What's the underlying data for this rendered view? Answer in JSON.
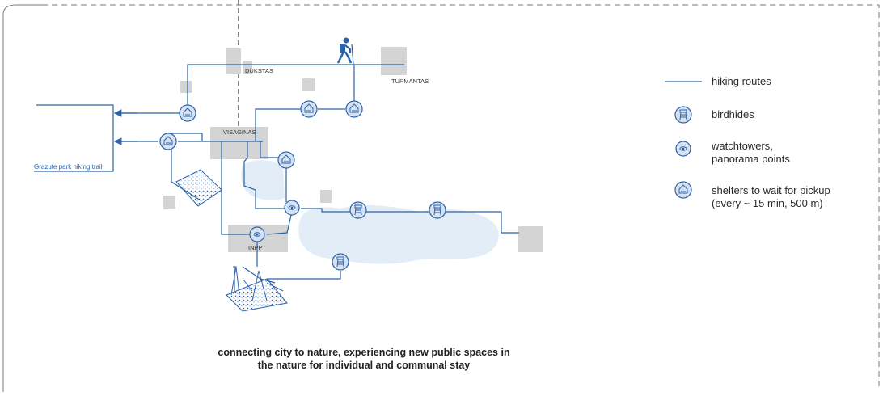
{
  "map_labels": {
    "dukstas": "DUKSTAS",
    "turmantas": "TURMANTAS",
    "visaginas": "VISAGINAS",
    "inpp": "INPP",
    "trail": "Grazute park hiking trail"
  },
  "legend": {
    "routes": "hiking routes",
    "birdhides": "birdhides",
    "watchtowers_line1": "watchtowers,",
    "watchtowers_line2": "panorama points",
    "shelters_line1": "shelters to wait for pickup",
    "shelters_line2": "(every ~ 15 min, 500 m)"
  },
  "caption": {
    "line1": "connecting city to nature, experiencing new public spaces in",
    "line2": "the nature for individual and communal stay"
  },
  "colors": {
    "route": "#2a63a8",
    "icon_fill": "#d6e2f2",
    "water": "#e3edf7",
    "block": "#d4d4d4",
    "frame": "#7a7a7a"
  }
}
